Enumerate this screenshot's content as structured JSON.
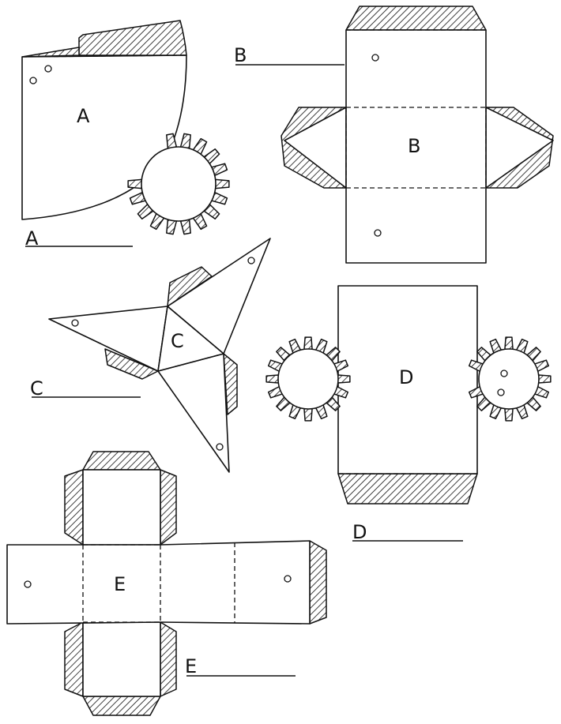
{
  "nets": [
    {
      "id": "A",
      "shape_label": "A",
      "name_label": "A"
    },
    {
      "id": "B",
      "shape_label": "B",
      "name_label": "B"
    },
    {
      "id": "C",
      "shape_label": "C",
      "name_label": "C"
    },
    {
      "id": "D",
      "shape_label": "D",
      "name_label": "D"
    },
    {
      "id": "E",
      "shape_label": "E",
      "name_label": "E"
    }
  ],
  "colors": {
    "ink": "#111111",
    "paper": "#ffffff"
  }
}
